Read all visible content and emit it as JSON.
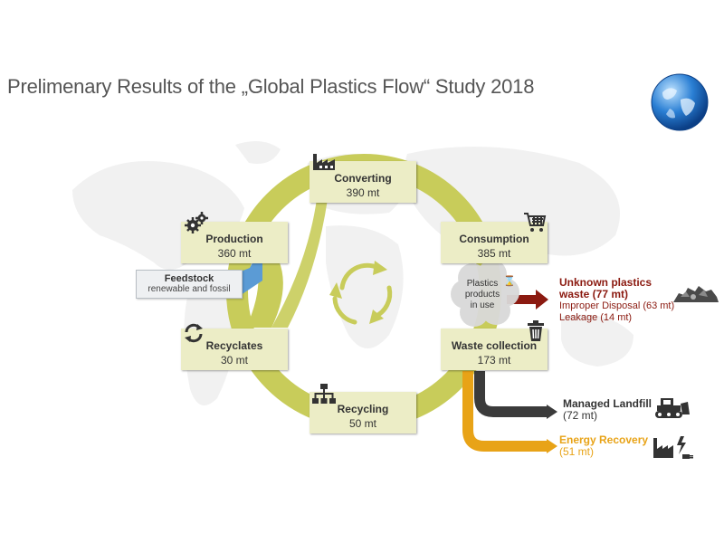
{
  "title": "Prelimenary Results of the „Global Plastics Flow“ Study 2018",
  "colors": {
    "cycle": "#c8cc5a",
    "node_fill": "#ecedc6",
    "unknown_red": "#8b1a10",
    "landfill": "#3b3b3b",
    "energy": "#e8a317",
    "feedstock_arrow": "#5b9bd5",
    "map_gray": "#f1f1f1"
  },
  "nodes": {
    "converting": {
      "label": "Converting",
      "value": "390 mt",
      "icon": "factory-icon"
    },
    "production": {
      "label": "Production",
      "value": "360 mt",
      "icon": "gears-icon"
    },
    "consumption": {
      "label": "Consumption",
      "value": "385 mt",
      "icon": "shopping-cart-icon"
    },
    "recyclates": {
      "label": "Recyclates",
      "value": "30 mt",
      "icon": "refresh-arrows-icon"
    },
    "waste_collection": {
      "label": "Waste collection",
      "value": "173 mt",
      "icon": "trash-bin-icon"
    },
    "recycling": {
      "label": "Recycling",
      "value": "50 mt",
      "icon": "process-tree-icon"
    }
  },
  "feedstock": {
    "label": "Feedstock",
    "sub": "renewable and fossil"
  },
  "in_use": {
    "line1": "Plastics",
    "line2": "products",
    "line3": "in use",
    "icon": "hourglass-icon"
  },
  "outputs": {
    "unknown": {
      "head1": "Unknown plastics",
      "head2": "waste (77 mt)",
      "line1": "Improper Disposal (63 mt)",
      "line2": "Leakage (14 mt)",
      "icon": "waste-pile-icon"
    },
    "landfill": {
      "head": "Managed Landfill",
      "value": "(72 mt)",
      "icon": "bulldozer-icon"
    },
    "energy": {
      "head": "Energy Recovery",
      "value": "(51 mt)",
      "icon": "power-plant-icon"
    }
  }
}
